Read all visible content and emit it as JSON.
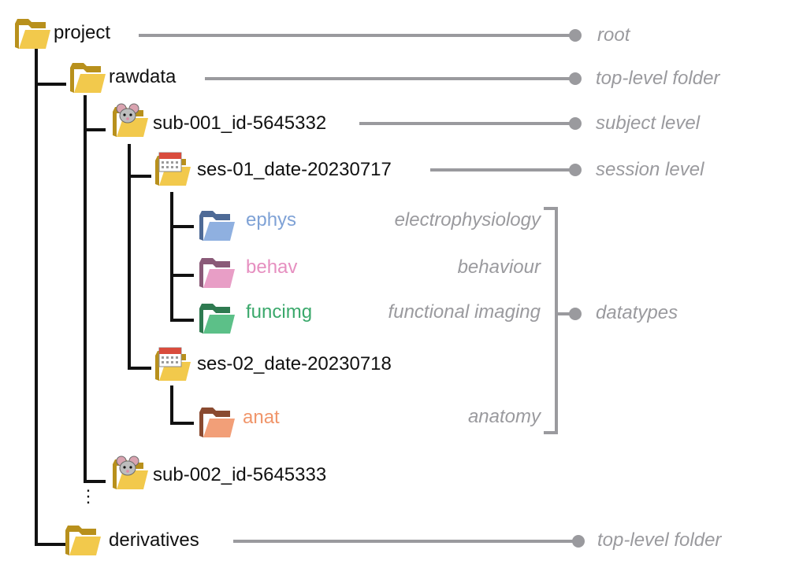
{
  "colors": {
    "tree_line": "#111111",
    "connector": "#9a9a9e",
    "annotation_text": "#9a9a9e",
    "folder_yellow": "#f2c94c",
    "folder_yellow_dark": "#c99a1e",
    "ephys": "#7fa2d6",
    "behav": "#e68fc0",
    "funcimg": "#3aa86b",
    "anat": "#f0956a"
  },
  "tree": {
    "project": "project",
    "rawdata": "rawdata",
    "sub_001": "sub-001_id-5645332",
    "ses_01": "ses-01_date-20230717",
    "ephys": "ephys",
    "behav": "behav",
    "funcimg": "funcimg",
    "ses_02": "ses-02_date-20230718",
    "anat": "anat",
    "sub_002": "sub-002_id-5645333",
    "ellipsis": "⋮",
    "derivatives": "derivatives"
  },
  "annotations": {
    "root": "root",
    "top_level_folder": "top-level folder",
    "subject_level": "subject level",
    "session_level": "session level",
    "electrophysiology": "electrophysiology",
    "behaviour": "behaviour",
    "functional_imaging": "functional imaging",
    "anatomy": "anatomy",
    "datatypes": "datatypes",
    "top_level_folder_2": "top-level folder"
  },
  "icons": {
    "project": "folder-icon",
    "rawdata": "folder-icon",
    "sub_001": "mouse-folder-icon",
    "ses_01": "calendar-folder-icon",
    "ephys": "folder-icon",
    "behav": "folder-icon",
    "funcimg": "folder-icon",
    "ses_02": "calendar-folder-icon",
    "anat": "folder-icon",
    "sub_002": "mouse-folder-icon",
    "derivatives": "folder-icon"
  }
}
